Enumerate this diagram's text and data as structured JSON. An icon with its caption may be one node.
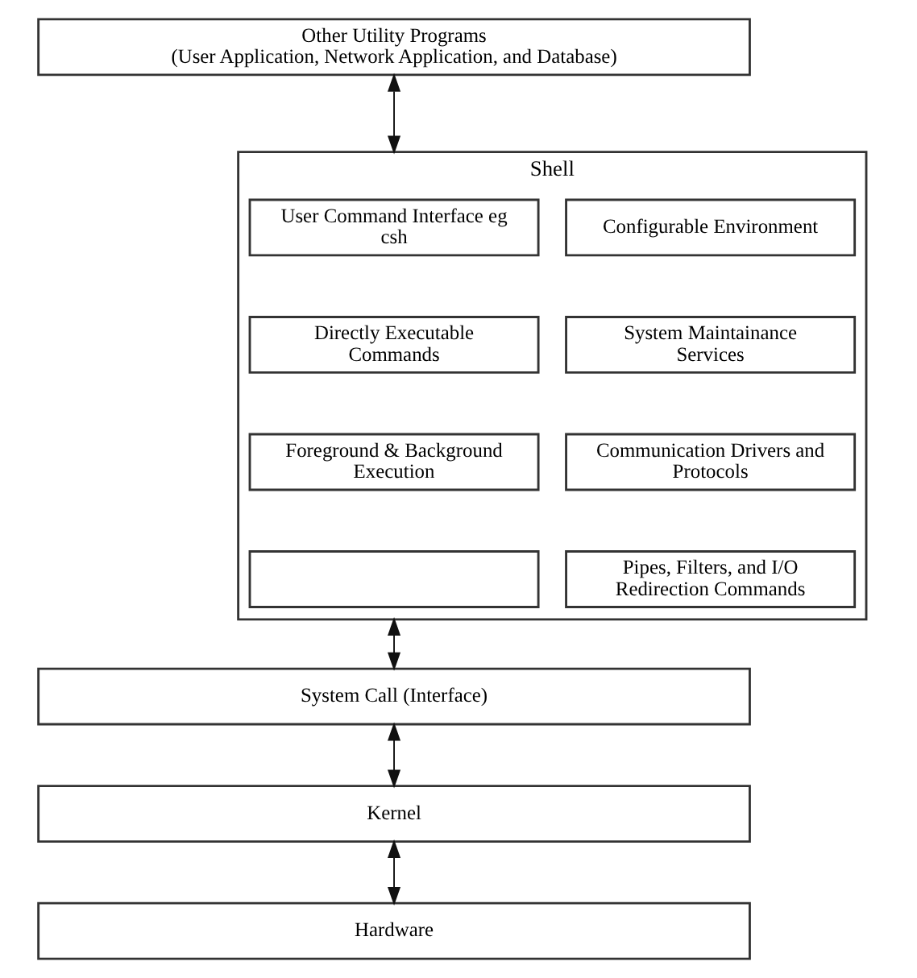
{
  "diagram": {
    "nodes": [
      {
        "text": [
          "Other Utility Programs",
          "(User Application, Network Application, and Database)"
        ]
      },
      {
        "text": [
          "Shell"
        ]
      },
      {
        "text": [
          "User Command Interface eg csh"
        ],
        "in": 1
      },
      {
        "text": [
          "Configurable Environment"
        ],
        "in": 1
      },
      {
        "text": [
          "Directly Executable Commands"
        ],
        "in": 1
      },
      {
        "text": [
          "System Maintainance Services"
        ],
        "in": 1
      },
      {
        "text": [
          "Foreground & Background Execution"
        ],
        "in": 1
      },
      {
        "text": [
          "Communication Drivers and Protocols"
        ],
        "in": 1
      },
      {
        "text": [],
        "shape": "box",
        "in": 1
      },
      {
        "text": [
          "Pipes, Filters, and I/O Redirection Commands"
        ],
        "in": 1
      },
      {
        "text": [
          "System Call (Interface)"
        ]
      },
      {
        "text": [
          "Kernel"
        ]
      },
      {
        "text": [
          "Hardware"
        ]
      }
    ],
    "edges": [
      {
        "from": 0,
        "to": 1,
        "arrow": "both"
      },
      {
        "from": 1,
        "to": 10,
        "arrow": "both"
      },
      {
        "from": 10,
        "to": 11,
        "arrow": "both"
      },
      {
        "from": 11,
        "to": 12,
        "arrow": "both"
      }
    ]
  }
}
